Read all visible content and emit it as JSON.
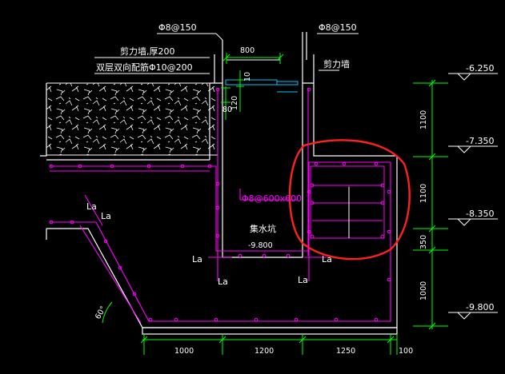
{
  "labels": {
    "rebar_top_left": "Φ8@150",
    "rebar_top_right": "Φ8@150",
    "shear_wall_thickness": "剪力墙,厚200",
    "double_layer_rebar": "双层双向配筋Φ10@200",
    "shear_wall_right": "剪力墙",
    "pit_rebar": "Φ8@600x600",
    "sump_pit": "集水坑",
    "pit_bottom_elevation": "-9.800",
    "angle": "60°",
    "la": "La"
  },
  "dimensions": {
    "opening_width": "800",
    "dim_10": "10",
    "dim_80": "80",
    "dim_120": "120",
    "bottom": [
      "1000",
      "1200",
      "1250",
      "100"
    ],
    "right": [
      "1100",
      "1100",
      "350",
      "1000"
    ]
  },
  "elevations": [
    "-6.250",
    "-7.350",
    "-8.350",
    "-9.800"
  ],
  "colors": {
    "background": "#000000",
    "outline": "#ffffff",
    "rebar": "#ff00ff",
    "dimension": "#00ff00",
    "highlight": "#ff2020",
    "cover_plate": "#00c8ff"
  }
}
